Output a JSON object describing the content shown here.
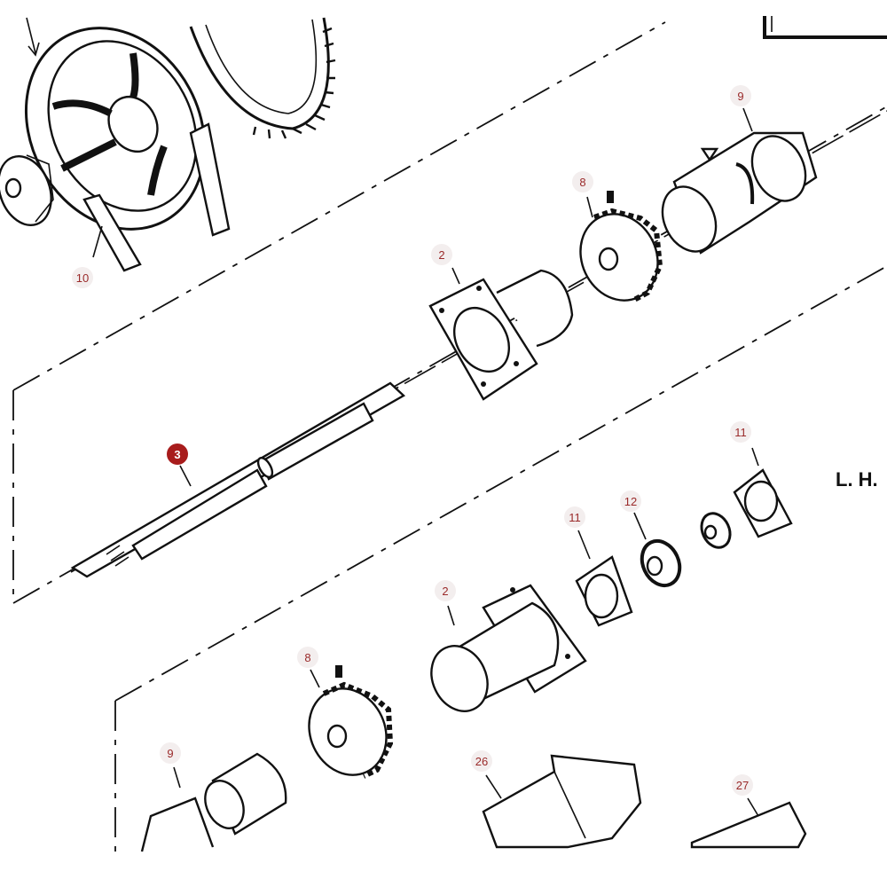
{
  "diagram": {
    "side_label": "L. H.",
    "selected_part": "3",
    "callouts": [
      {
        "id": "c10",
        "label": "10"
      },
      {
        "id": "c2a",
        "label": "2"
      },
      {
        "id": "c8a",
        "label": "8"
      },
      {
        "id": "c9a",
        "label": "9"
      },
      {
        "id": "c3",
        "label": "3"
      },
      {
        "id": "c11a",
        "label": "11"
      },
      {
        "id": "c12",
        "label": "12"
      },
      {
        "id": "c11b",
        "label": "11"
      },
      {
        "id": "c2b",
        "label": "2"
      },
      {
        "id": "c8b",
        "label": "8"
      },
      {
        "id": "c9b",
        "label": "9"
      },
      {
        "id": "c26",
        "label": "26"
      },
      {
        "id": "c27",
        "label": "27"
      }
    ]
  }
}
